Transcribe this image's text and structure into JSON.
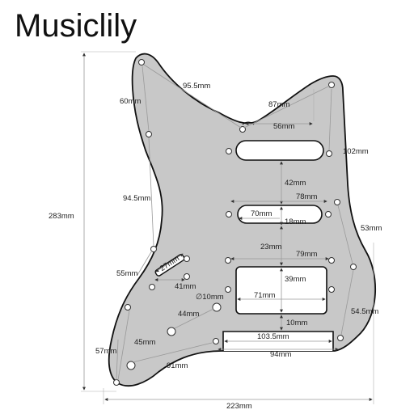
{
  "brand": "Musiclily",
  "colors": {
    "pickguard_fill": "#c8c8c8",
    "pickguard_outline": "#111111",
    "dimension_line": "#9a9a9a",
    "text": "#222222",
    "background": "#ffffff"
  },
  "dimensions": {
    "overall_width": "223mm",
    "overall_height": "283mm",
    "d_95_5": "95.5mm",
    "d_87": "87mm",
    "d_60": "60mm",
    "d_56": "56mm",
    "d_102": "102mm",
    "d_42": "42mm",
    "d_78": "78mm",
    "d_94_5": "94.5mm",
    "d_70": "70mm",
    "d_18": "18mm",
    "d_53": "53mm",
    "d_23": "23mm",
    "d_79": "79mm",
    "d_27": "27mm",
    "d_55": "55mm",
    "d_41": "41mm",
    "d_39": "39mm",
    "d_10_dia": "∅10mm",
    "d_71": "71mm",
    "d_44": "44mm",
    "d_10": "10mm",
    "d_54_5": "54.5mm",
    "d_45": "45mm",
    "d_103_5": "103.5mm",
    "d_57": "57mm",
    "d_94": "94mm",
    "d_91": "91mm"
  }
}
